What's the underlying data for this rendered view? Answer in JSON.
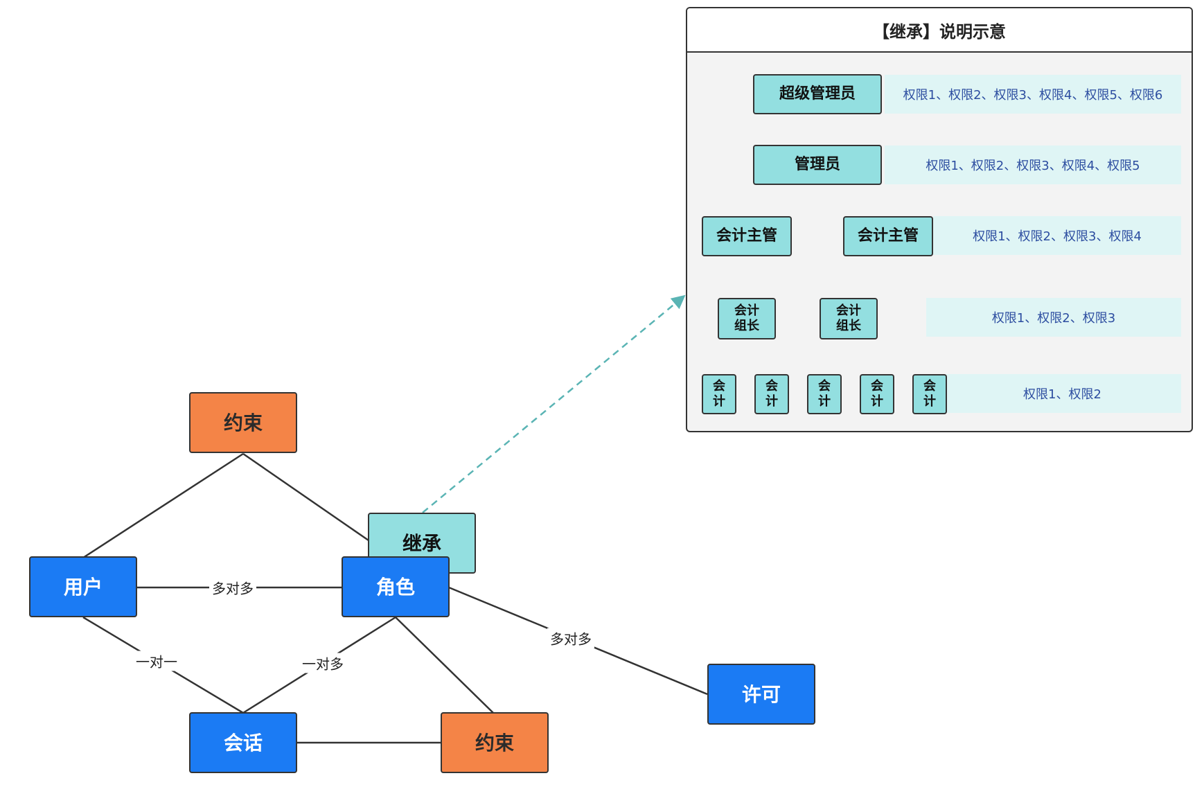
{
  "main": {
    "constraint_top": "约束",
    "user": "用户",
    "role": "角色",
    "inherit": "继承",
    "session": "会话",
    "constraint_bottom": "约束",
    "permit": "许可"
  },
  "edges": {
    "user_role": "多对多",
    "role_permit": "多对多",
    "user_session": "一对一",
    "role_session": "一对多"
  },
  "panel": {
    "title": "【继承】说明示意",
    "roles": {
      "super_admin": "超级管理员",
      "admin": "管理员",
      "supervisor_1": "会计主管",
      "supervisor_2": "会计主管",
      "leader_1": "会计\n组长",
      "leader_2": "会计\n组长",
      "acc_1": "会\n计",
      "acc_2": "会\n计",
      "acc_3": "会\n计",
      "acc_4": "会\n计",
      "acc_5": "会\n计"
    },
    "permissions": {
      "level_1": "权限1、权限2、权限3、权限4、权限5、权限6",
      "level_2": "权限1、权限2、权限3、权限4、权限5",
      "level_3": "权限1、权限2、权限3、权限4",
      "level_4": "权限1、权限2、权限3",
      "level_5": "权限1、权限2"
    }
  },
  "colors": {
    "blue": "#1b7bf4",
    "orange": "#f48447",
    "teal": "#93dfe0",
    "permission_bg": "#dff5f5",
    "dashed_link": "#5ab4b4"
  }
}
